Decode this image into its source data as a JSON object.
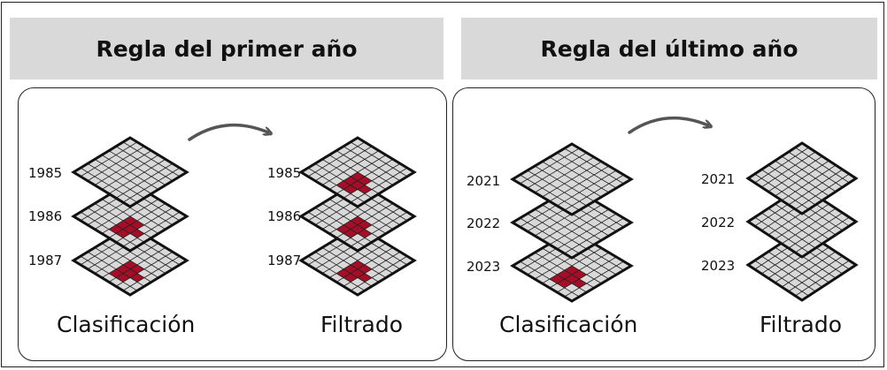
{
  "left_section": {
    "title": "Regla del primer año",
    "classification": {
      "caption": "Clasificación",
      "layers": [
        {
          "year": "1985",
          "red_cells": []
        },
        {
          "year": "1986",
          "red_cells": [
            [
              4,
              4
            ],
            [
              5,
              4
            ],
            [
              4,
              5
            ],
            [
              5,
              5
            ],
            [
              6,
              5
            ],
            [
              4,
              6
            ],
            [
              5,
              6
            ]
          ]
        },
        {
          "year": "1987",
          "red_cells": [
            [
              4,
              4
            ],
            [
              5,
              4
            ],
            [
              4,
              5
            ],
            [
              5,
              5
            ],
            [
              6,
              5
            ],
            [
              4,
              6
            ],
            [
              5,
              6
            ]
          ]
        }
      ]
    },
    "filtered": {
      "caption": "Filtrado",
      "layers": [
        {
          "year": "1985",
          "red_cells": [
            [
              4,
              4
            ],
            [
              5,
              4
            ],
            [
              4,
              5
            ],
            [
              5,
              5
            ],
            [
              6,
              5
            ],
            [
              4,
              6
            ],
            [
              5,
              6
            ]
          ]
        },
        {
          "year": "1986",
          "red_cells": [
            [
              4,
              4
            ],
            [
              5,
              4
            ],
            [
              4,
              5
            ],
            [
              5,
              5
            ],
            [
              6,
              5
            ],
            [
              4,
              6
            ],
            [
              5,
              6
            ]
          ]
        },
        {
          "year": "1987",
          "red_cells": [
            [
              4,
              4
            ],
            [
              5,
              4
            ],
            [
              4,
              5
            ],
            [
              5,
              5
            ],
            [
              6,
              5
            ],
            [
              4,
              6
            ],
            [
              5,
              6
            ]
          ]
        }
      ]
    }
  },
  "right_section": {
    "title": "Regla del último año",
    "classification": {
      "caption": "Clasificación",
      "layers": [
        {
          "year": "2021",
          "red_cells": []
        },
        {
          "year": "2022",
          "red_cells": []
        },
        {
          "year": "2023",
          "red_cells": [
            [
              4,
              4
            ],
            [
              5,
              4
            ],
            [
              4,
              5
            ],
            [
              5,
              5
            ],
            [
              6,
              5
            ],
            [
              4,
              6
            ],
            [
              5,
              6
            ]
          ]
        }
      ]
    },
    "filtered": {
      "caption": "Filtrado",
      "layers": [
        {
          "year": "2021",
          "red_cells": []
        },
        {
          "year": "2022",
          "red_cells": []
        },
        {
          "year": "2023",
          "red_cells": []
        }
      ]
    }
  },
  "colors": {
    "grid_fill": "#d9d9d9",
    "highlight": "#a50e26",
    "outline": "#111111",
    "header_bg": "#d9d9d9",
    "arrow": "#555555"
  }
}
